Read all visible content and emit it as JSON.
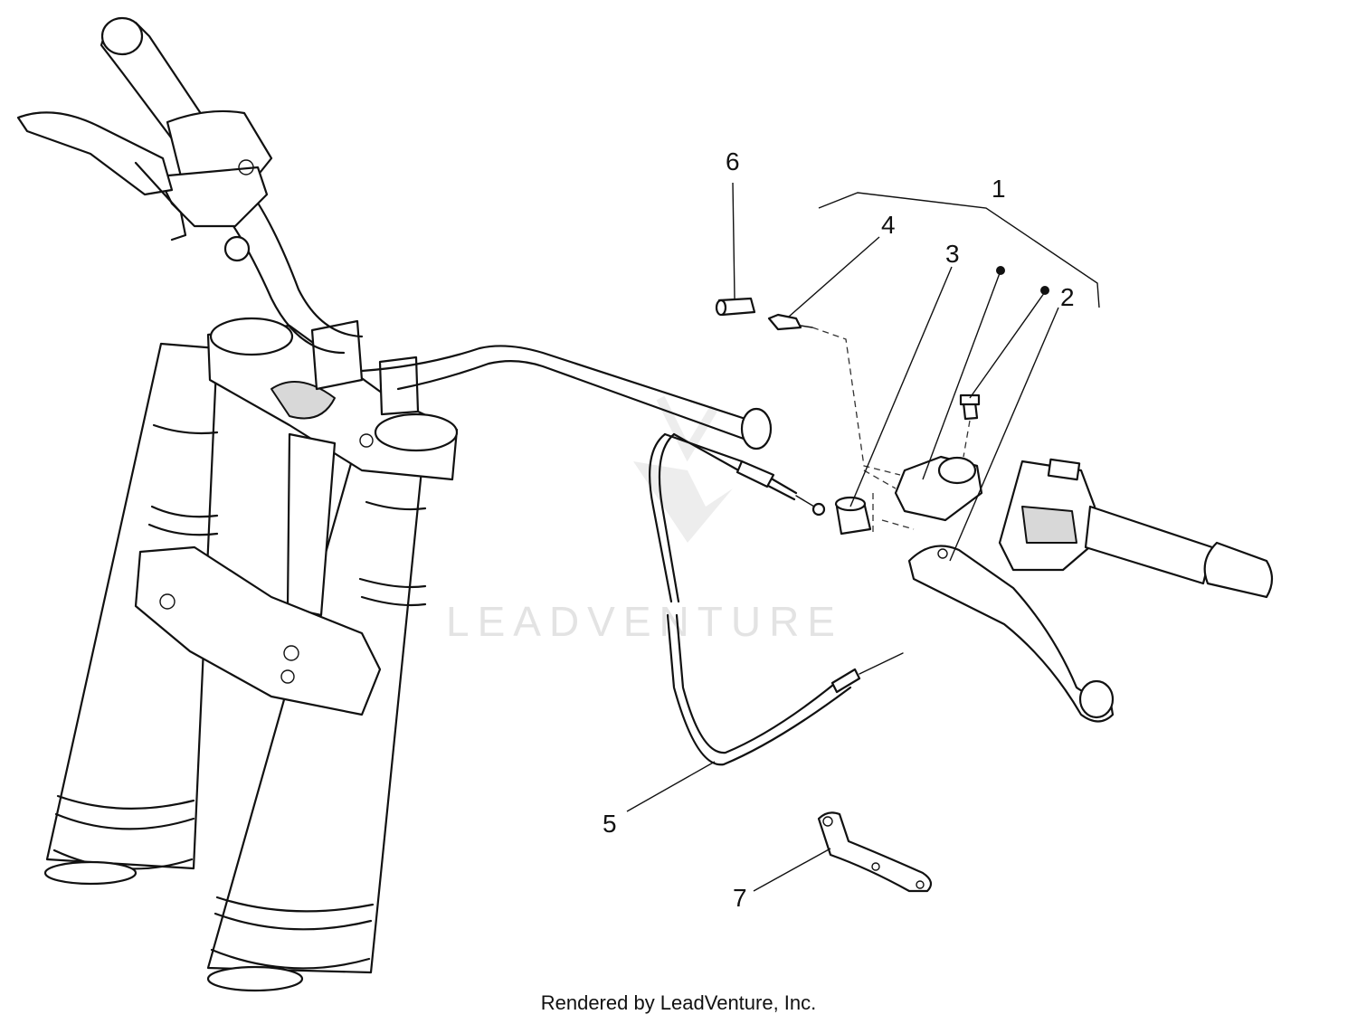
{
  "callouts": [
    {
      "id": "1",
      "label": "1"
    },
    {
      "id": "2",
      "label": "2"
    },
    {
      "id": "3",
      "label": "3"
    },
    {
      "id": "4",
      "label": "4"
    },
    {
      "id": "5",
      "label": "5"
    },
    {
      "id": "6",
      "label": "6"
    },
    {
      "id": "7",
      "label": "7"
    }
  ],
  "watermark": "LEADVENTURE",
  "footer": "Rendered by LeadVenture, Inc."
}
